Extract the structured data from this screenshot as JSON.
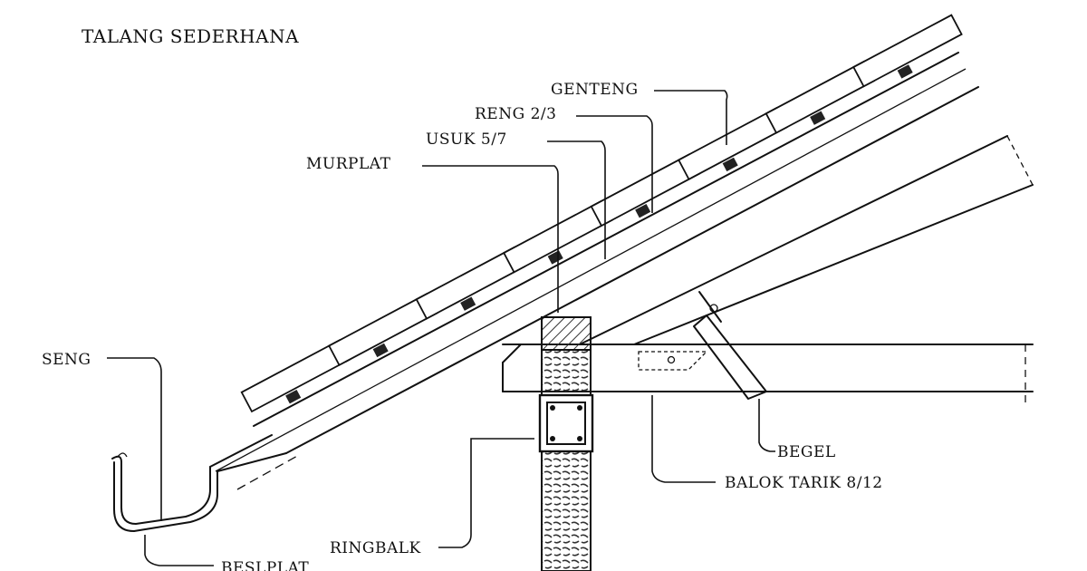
{
  "title": "TALANG SEDERHANA",
  "labels": {
    "genteng": "GENTENG",
    "reng": "RENG 2/3",
    "usuk": "USUK 5/7",
    "murplat": "MURPLAT",
    "seng": "SENG",
    "beslplat": "BESLPLAT",
    "ringbalk": "RINGBALK",
    "begel": "BEGEL",
    "balok_tarik": "BALOK TARIK 8/12"
  },
  "colors": {
    "ink": "#111111",
    "paper": "#ffffff",
    "hatch": "#333333"
  }
}
